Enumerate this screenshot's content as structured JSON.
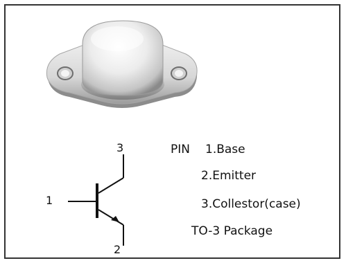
{
  "pinout": {
    "pin_header": "PIN",
    "pin1": "1.Base",
    "pin2": "2.Emitter",
    "pin3": "3.Collestor(case)",
    "package": "TO-3  Package"
  },
  "schematic": {
    "label_base": "1",
    "label_emitter": "2",
    "label_collector": "3"
  }
}
